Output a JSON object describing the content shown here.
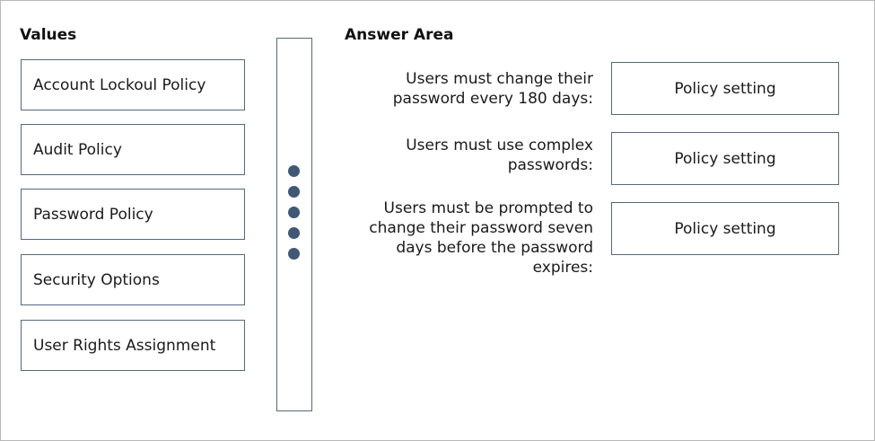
{
  "values_panel": {
    "heading": "Values",
    "items": [
      {
        "label": "Account Lockoul Policy"
      },
      {
        "label": "Audit Policy"
      },
      {
        "label": "Password Policy"
      },
      {
        "label": "Security Options"
      },
      {
        "label": "User Rights Assignment"
      }
    ]
  },
  "splitter": {
    "handle_icon": "drag-handle-dots-icon",
    "dot_color": "#3f5876"
  },
  "answer_area": {
    "heading": "Answer Area",
    "rows": [
      {
        "prompt_lines": [
          "Users must change their",
          "password every 180 days:"
        ],
        "target": "Policy setting"
      },
      {
        "prompt_lines": [
          "Users must use complex",
          "passwords:"
        ],
        "target": "Policy setting"
      },
      {
        "prompt_lines": [
          "Users must be prompted to",
          "change their password seven",
          "days before the password",
          "expires:"
        ],
        "target": "Policy setting"
      }
    ]
  },
  "colors": {
    "border": "#55687e",
    "text": "#1a1a1a"
  }
}
